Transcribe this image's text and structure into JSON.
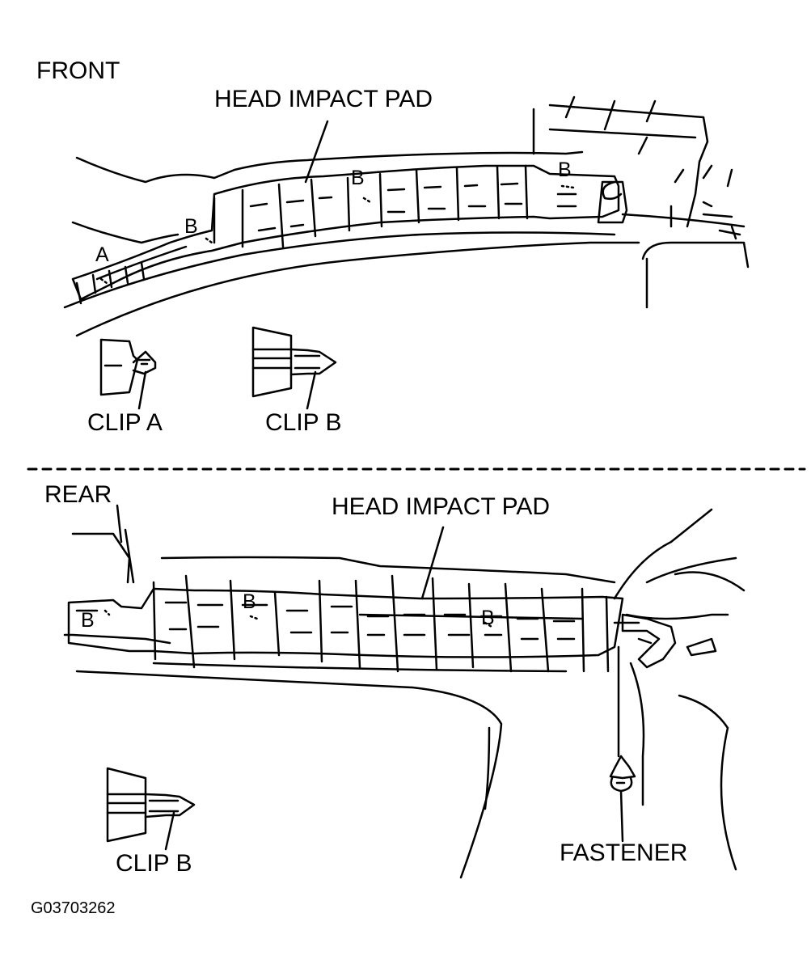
{
  "front": {
    "section_label": "FRONT",
    "pad_label": "HEAD IMPACT PAD",
    "clip_letter_a": "A",
    "clip_letter_b": "B",
    "clip_a_label": "CLIP A",
    "clip_b_label": "CLIP B"
  },
  "rear": {
    "section_label": "REAR",
    "pad_label": "HEAD IMPACT PAD",
    "clip_letter_b": "B",
    "clip_b_label": "CLIP B",
    "fastener_label": "FASTENER"
  },
  "figure_code": "G03703262",
  "colors": {
    "ink": "#000000",
    "paper": "#ffffff"
  }
}
